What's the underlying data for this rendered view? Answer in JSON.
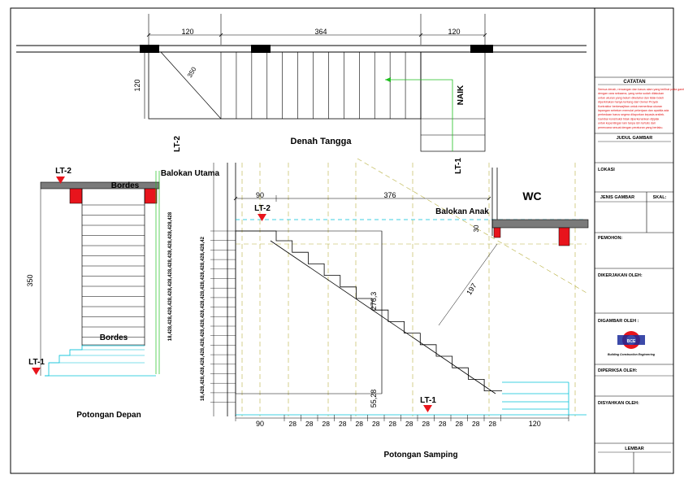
{
  "drawing": {
    "plan_title": "Denah Tangga",
    "front_title": "Potongan Depan",
    "side_title": "Potongan Samping",
    "naik": "NAIK",
    "lt2": "LT-2",
    "lt1": "LT-1",
    "bordes": "Bordes",
    "balok_utama": "Balokan Utama",
    "balok_anak": "Balokan Anak",
    "wc": "WC",
    "plan_dims": [
      "120",
      "364",
      "120"
    ],
    "plan_depth": "120",
    "plan_diag": "350",
    "front_height": "350",
    "front_risers": "18,428,428,428,428,428,428,428,428,428,428,428,428,428",
    "side_risers": "18,428,428,428,428,428,428,428,428,428,428,428,428,428,428,428,428,42",
    "side_dim_top_left": "90",
    "side_dim_top_right": "376",
    "side_dim_30": "30",
    "side_dim_197": "197",
    "side_dim_2763": "276,3",
    "side_dim_5528": "55,28",
    "side_bottom_first": "90",
    "side_bottom_tread": "28",
    "side_bottom_last": "120"
  },
  "title_block": {
    "catatan": "CATATAN",
    "notes": [
      "Semua denah, rencangan dan kasus alam yang terlihat pada gambar ini sebagaimana diperoleh",
      "dengan cara seksama, yang serta sudah dilakukan",
      "untuk ukuran yang belum diketahui dan tidak boleh",
      "diperkirakan hanya tentang dari Owner Proyek",
      "Kontraktor berkewajiban untuk memeriksa ukuran",
      "lapangan sebelum memulai pekerjaan dan apabila ada",
      "perbedaan harus segera dilaporkan kepada arsitek.",
      "Gambar konstruksi tidak diperkenankan dijiplak",
      "untuk kepentingan lain tanpa izin tertulis dari",
      "perencana sesuai dengan peraturan yang berlaku."
    ],
    "judul": "JUDUL GAMBAR",
    "lokasi": "LOKASI",
    "jenis": "JENIS GAMBAR",
    "skal": "SKAL:",
    "pemohon": "PEMOHON:",
    "dikerjakan": "DIKERJAKAN OLEH:",
    "digambar": "DIGAMBAR OLEH :",
    "logo_text": "Building Construction Engineering",
    "diperiksa": "DIPERIKSA OLEH:",
    "disyahkan": "DISYAHKAN OLEH:",
    "lembar": "LEMBAR"
  },
  "colors": {
    "line": "#000000",
    "red": "#e8141c",
    "cyan": "#00c0d8",
    "green": "#20c020",
    "olive": "#b8b040",
    "grey": "#7a7a7a",
    "note_red": "#e01010"
  }
}
